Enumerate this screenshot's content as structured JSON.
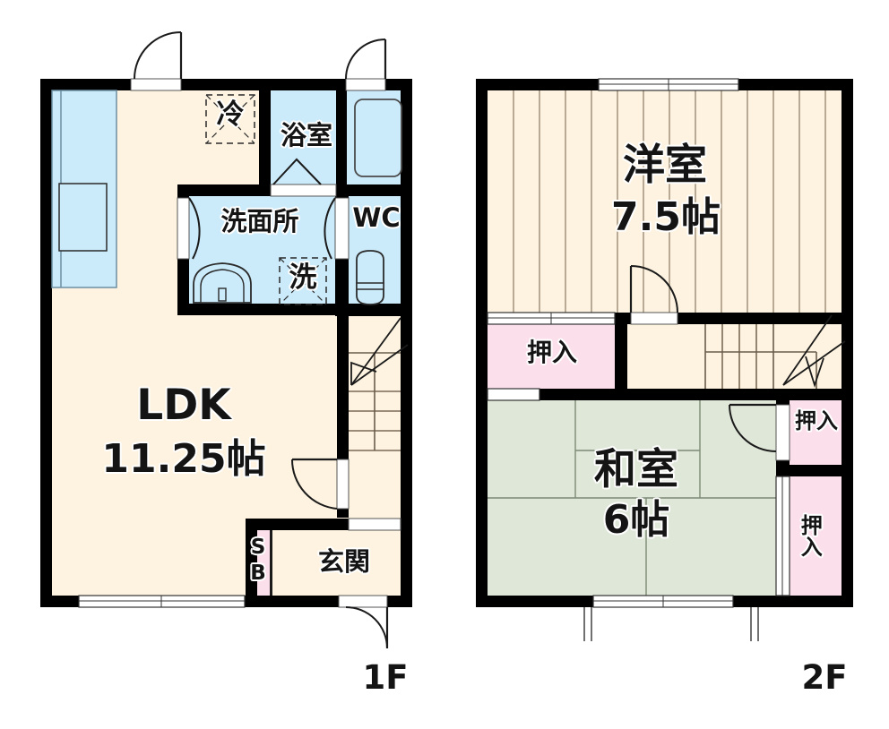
{
  "document": {
    "type": "floor-plan",
    "language": "ja",
    "background_color": "#ffffff"
  },
  "palette": {
    "wall": "#000000",
    "floor_wood": "#FDF3E0",
    "tatami": "#DFE7D8",
    "closet_pink": "#FBE0EC",
    "water_blue": "#CCEBFA",
    "line": "#1a1a1a",
    "text": "#141414"
  },
  "floors": [
    {
      "id": "1f",
      "caption": "1F",
      "rooms": [
        {
          "name": "LDK",
          "label_line1": "LDK",
          "label_line2": "11.25帖",
          "size": "11.25帖",
          "fill": "#FDF3E0"
        },
        {
          "name": "浴室",
          "label_line1": "浴室",
          "fill": "#CCEBFA"
        },
        {
          "name": "洗面所",
          "label_line1": "洗面所",
          "fill": "#CCEBFA"
        },
        {
          "name": "WC",
          "label_line1": "WC",
          "fill": "#CCEBFA"
        },
        {
          "name": "玄関",
          "label_line1": "玄関",
          "fill": "#FDF3E0"
        },
        {
          "name": "SB",
          "label_line1": "S",
          "label_line2": "B",
          "fill": "#FBE0EC"
        }
      ],
      "fixtures": [
        {
          "name": "冷蔵庫置場",
          "label": "冷",
          "style": "dashed-box"
        },
        {
          "name": "洗濯機置場",
          "label": "洗",
          "style": "dashed-box"
        },
        {
          "name": "キッチン",
          "label": "",
          "style": "counter"
        },
        {
          "name": "浴槽",
          "label": "",
          "style": "bathtub"
        },
        {
          "name": "洗面台",
          "label": "",
          "style": "vanity"
        },
        {
          "name": "便器",
          "label": "",
          "style": "toilet"
        },
        {
          "name": "階段",
          "label": "",
          "style": "stairs-up"
        }
      ]
    },
    {
      "id": "2f",
      "caption": "2F",
      "rooms": [
        {
          "name": "洋室",
          "label_line1": "洋室",
          "label_line2": "7.5帖",
          "size": "7.5帖",
          "fill": "#FDF3E0"
        },
        {
          "name": "和室",
          "label_line1": "和室",
          "label_line2": "6帖",
          "size": "6帖",
          "fill": "#DFE7D8"
        },
        {
          "name": "押入左",
          "label_line1": "押入",
          "fill": "#FBE0EC",
          "orientation": "horizontal"
        },
        {
          "name": "押入右上",
          "label_line1": "押入",
          "fill": "#FBE0EC",
          "orientation": "horizontal"
        },
        {
          "name": "押入右下",
          "label_line1": "押入",
          "fill": "#FBE0EC",
          "orientation": "vertical"
        },
        {
          "name": "廊下",
          "label_line1": "",
          "fill": "#FDF3E0"
        }
      ],
      "fixtures": [
        {
          "name": "階段",
          "label": "",
          "style": "stairs-down"
        }
      ]
    }
  ],
  "labels": {
    "ldk_name": "LDK",
    "ldk_size": "11.25帖",
    "bath": "浴室",
    "washroom": "洗面所",
    "wc": "WC",
    "entrance": "玄関",
    "shoebox_line1": "S",
    "shoebox_line2": "B",
    "fridge": "冷",
    "washer": "洗",
    "western_name": "洋室",
    "western_size": "7.5帖",
    "japanese_name": "和室",
    "japanese_size": "6帖",
    "closet_left": "押入",
    "closet_right_top": "押入",
    "closet_right_bottom": "押入",
    "floor1_caption": "1F",
    "floor2_caption": "2F"
  }
}
